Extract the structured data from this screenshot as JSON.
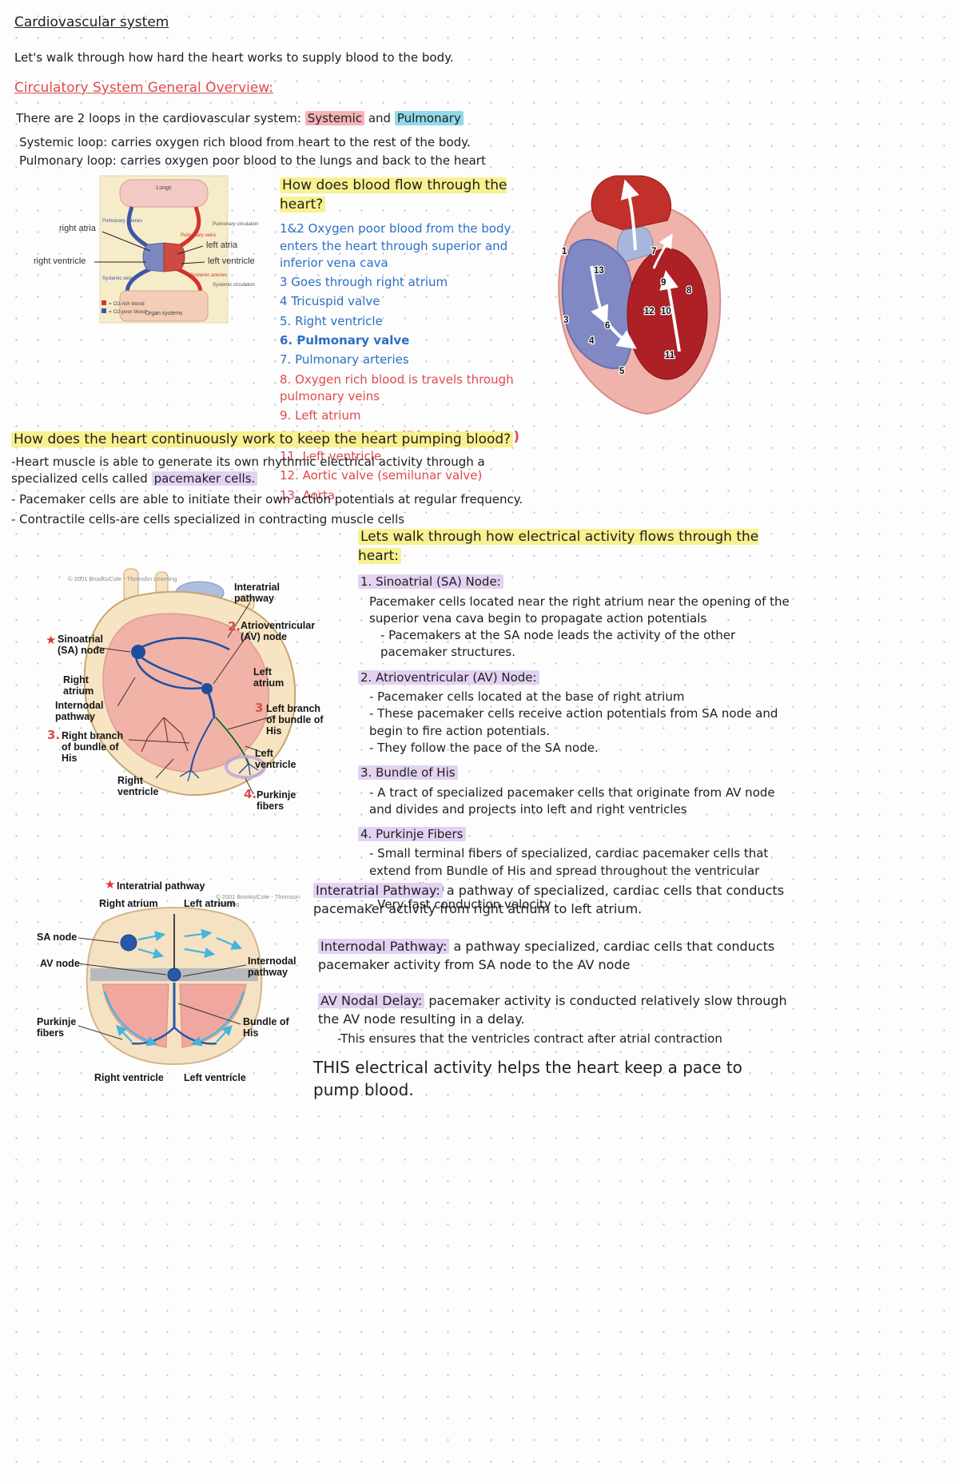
{
  "colors": {
    "yellow_highlight": "#f8f18f",
    "pink_highlight": "#f4b3b6",
    "cyan_highlight": "#92d9e9",
    "purple_highlight": "#e3d2f1",
    "blue_ink": "#2c6fc4",
    "red_ink": "#e04a4b",
    "node_blue": "#2a57a8",
    "arrow_cyan": "#45b5dc"
  },
  "header": {
    "title": "Cardiovascular system",
    "intro": "Let's walk through how hard the heart works to supply blood to the body."
  },
  "overview": {
    "heading": "Circulatory System General Overview:",
    "loops_pre": "There are 2 loops in the cardiovascular system: ",
    "loops_systemic": "Systemic",
    "loops_and": " and ",
    "loops_pulmonary": "Pulmonary",
    "systemic_line": "Systemic loop: carries oxygen rich blood from heart to the rest of the body.",
    "pulmonary_line": "Pulmonary loop: carries oxygen poor blood to the lungs and back to the heart"
  },
  "circulatory_figure": {
    "labels": {
      "right_atria": "right atria",
      "left_atria": "left atria",
      "right_ventricle": "right ventricle",
      "left_ventricle": "left ventricle",
      "lungs": "Lungs",
      "pulmonary_circulation": "Pulmonary circulation",
      "systemic_circulation": "Systemic circulation",
      "organ_systems": "Organ systems",
      "pulmonary_arteries": "Pulmonary arteries",
      "pulmonary_veins": "Pulmonary veins",
      "systemic_veins": "Systemic veins",
      "systemic_arteries": "Systemic arteries"
    },
    "legend": {
      "o2_rich": "= O2-rich blood",
      "o2_poor": "= O2-poor blood"
    }
  },
  "blood_flow": {
    "question": "How does blood flow through the heart?",
    "steps": [
      {
        "text": "1&2 Oxygen poor blood from the body enters the heart through superior and inferior vena cava"
      },
      {
        "text": "3 Goes through right atrium"
      },
      {
        "text": "4 Tricuspid valve"
      },
      {
        "text": "5. Right ventricle"
      },
      {
        "text": "6. Pulmonary valve"
      },
      {
        "text": "7. Pulmonary arteries"
      },
      {
        "text": "8. Oxygen rich blood is travels through pulmonary veins"
      },
      {
        "text": "9. Left atrium"
      },
      {
        "text": "10. Mitral valve (Bicuspid valve)"
      },
      {
        "text": "11. Left ventricle"
      },
      {
        "text": "12. Aortic valve (semilunar valve)"
      },
      {
        "text": "13. Aorta"
      }
    ]
  },
  "heart_figure": {
    "numbers": [
      "1",
      "7",
      "13",
      "9",
      "8",
      "3",
      "6",
      "12",
      "10",
      "4",
      "11",
      "5"
    ]
  },
  "pumping": {
    "question": "How does the heart continuously work to keep the heart pumping blood?",
    "line1_pre": "-Heart muscle is able to generate its own rhythmic electrical activity through a specialized cells called ",
    "line1_highlight": "pacemaker cells.",
    "line2": "- Pacemaker cells are able to initiate their own action potentials at regular frequency.",
    "line3": "- Contractile cells-are cells specialized in contracting muscle cells"
  },
  "conduction_figure": {
    "copyright": "© 2001 Brooks/Cole - Thomson Learning",
    "interatrial_pathway": "Interatrial pathway",
    "av_number": "2.",
    "av_node": "Atrioventricular (AV) node",
    "sa_node": "Sinoatrial (SA) node",
    "right_atrium": "Right atrium",
    "left_atrium": "Left atrium",
    "internodal_pathway": "Internodal pathway",
    "left_branch_number": "3",
    "left_branch": "Left branch of bundle of His",
    "right_branch_number": "3.",
    "right_branch": "Right branch of bundle of His",
    "left_ventricle": "Left ventricle",
    "right_ventricle": "Right ventricle",
    "purkinje_number": "4.",
    "purkinje": "Purkinje fibers"
  },
  "electrical": {
    "heading": "Lets walk through how electrical activity flows through the heart:",
    "items": [
      {
        "title": "1. Sinoatrial (SA) Node:",
        "lines": [
          "Pacemaker cells located near the right atrium near the opening of the superior vena cava begin to propagate action potentials",
          "- Pacemakers at the SA node leads the activity of the other pacemaker structures."
        ]
      },
      {
        "title": "2. Atrioventricular (AV) Node:",
        "lines": [
          "- Pacemaker cells located at the base of right atrium",
          "- These pacemaker cells receive action potentials from SA node and begin to fire action potentials.",
          "- They follow the pace of the SA node."
        ]
      },
      {
        "title": "3. Bundle of His",
        "lines": [
          "- A tract of specialized pacemaker cells that originate from AV node and divides and projects into left and right ventricles"
        ]
      },
      {
        "title": "4. Purkinje Fibers",
        "lines": [
          "- Small terminal fibers of specialized, cardiac pacemaker cells that extend from Bundle of His and spread throughout the ventricular myocardium",
          "- Very fast conduction velocity"
        ]
      }
    ]
  },
  "simple_figure": {
    "interatrial_pathway": "Interatrial pathway",
    "right_atrium": "Right atrium",
    "left_atrium": "Left atrium",
    "sa_node": "SA node",
    "av_node": "AV node",
    "internodal_pathway": "Internodal pathway",
    "purkinje_fibers": "Purkinje fibers",
    "bundle_of_his": "Bundle of His",
    "right_ventricle": "Right ventricle",
    "left_ventricle": "Left ventricle"
  },
  "pathways": {
    "interatrial_title": "Interatrial Pathway:",
    "interatrial_body": " a pathway of specialized, cardiac cells that conducts pacemaker activity from right atrium to left atrium.",
    "internodal_title": "Internodal Pathway:",
    "internodal_body": " a pathway specialized, cardiac cells that conducts pacemaker activity from SA node to the AV node",
    "av_delay_title": "AV Nodal Delay:",
    "av_delay_body": " pacemaker activity is conducted relatively slow through the AV node resulting in a delay.",
    "av_delay_sub": "-This ensures that the ventricles contract after atrial contraction",
    "closing": "THIS electrical activity helps the heart keep a pace to pump blood."
  }
}
